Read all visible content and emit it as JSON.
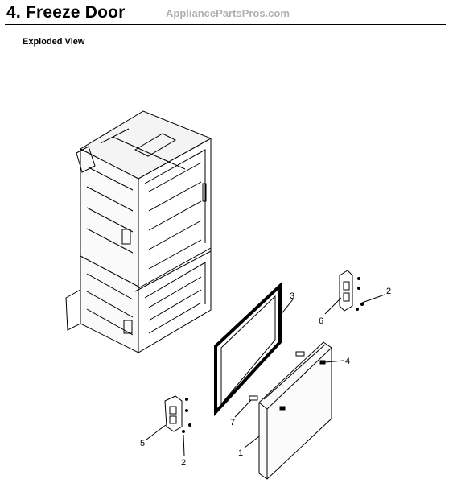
{
  "header": {
    "title": "4.  Freeze Door",
    "watermark": "AppliancePartsPros.com"
  },
  "section_label": "Exploded View",
  "callouts": [
    {
      "id": "c3",
      "text": "3"
    },
    {
      "id": "c2a",
      "text": "2"
    },
    {
      "id": "c6",
      "text": "6"
    },
    {
      "id": "c4",
      "text": "4"
    },
    {
      "id": "c7",
      "text": "7"
    },
    {
      "id": "c1",
      "text": "1"
    },
    {
      "id": "c5",
      "text": "5"
    },
    {
      "id": "c2b",
      "text": "2"
    }
  ],
  "colors": {
    "line": "#000000",
    "watermark": "#b0b0b0"
  }
}
